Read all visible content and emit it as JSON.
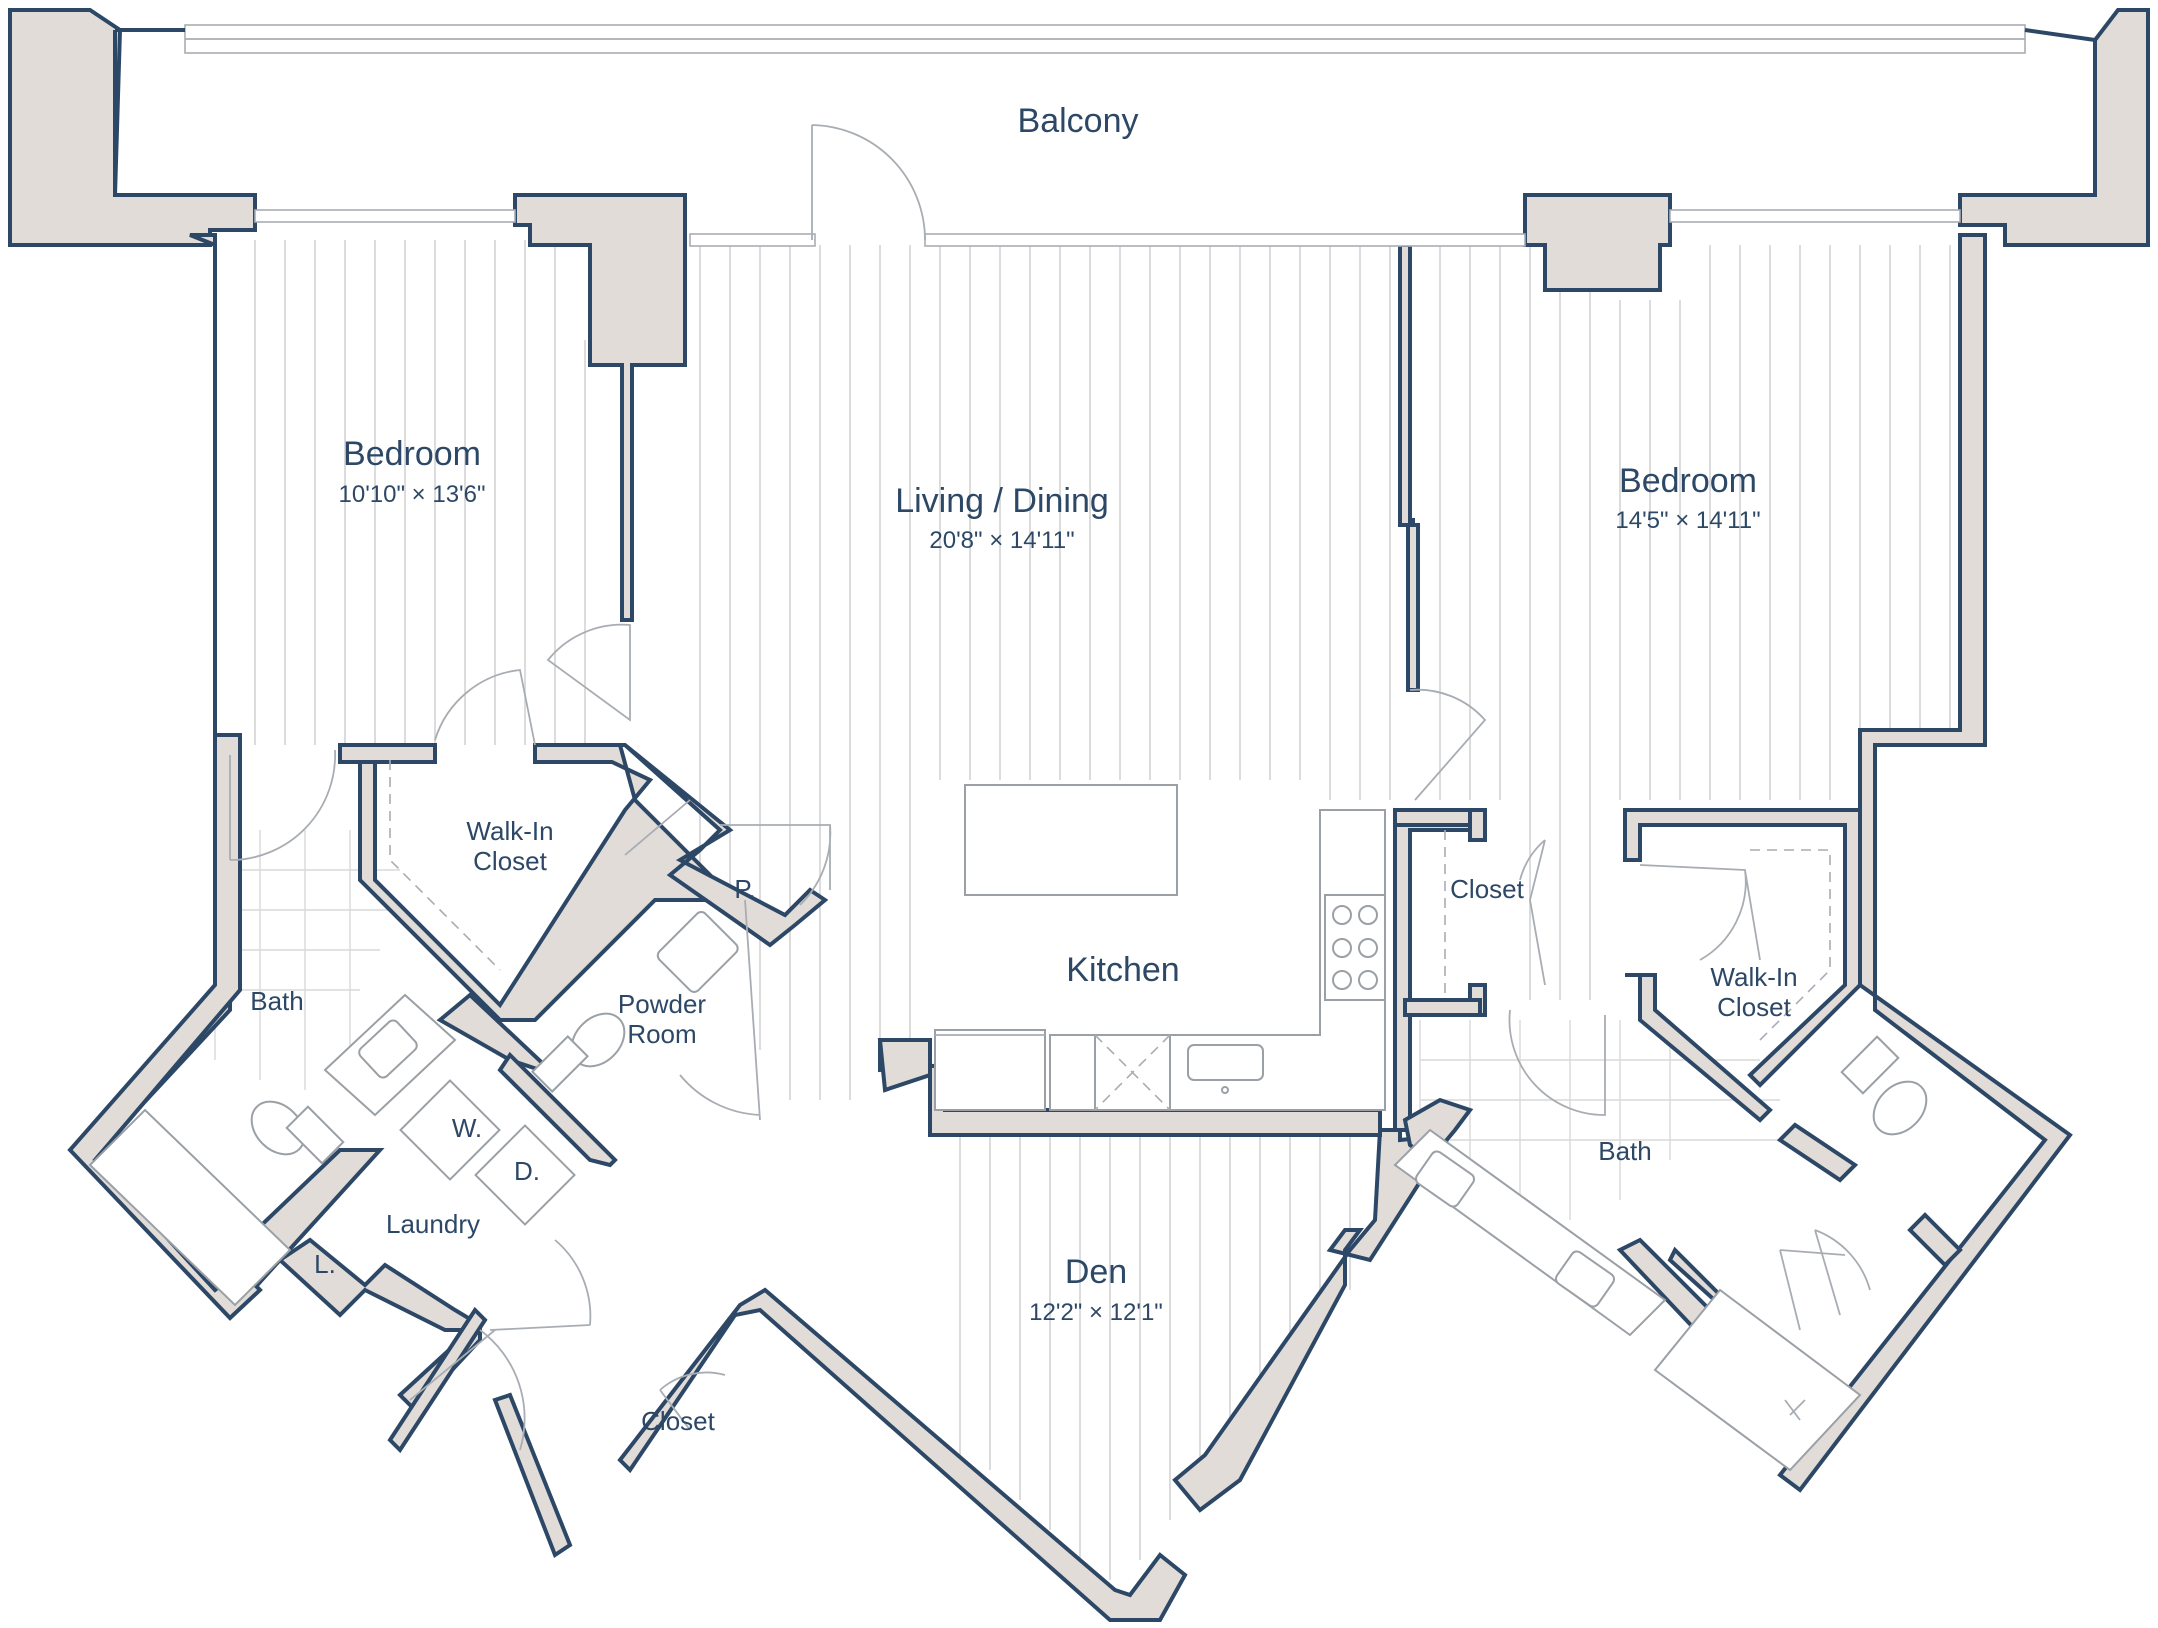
{
  "colors": {
    "wall_fill": "#e2dcd8",
    "wall_outline": "#2c4866",
    "label": "#2c4866",
    "floor_line": "#d4d4d4",
    "background": "#ffffff"
  },
  "rooms": {
    "balcony": {
      "name": "Balcony"
    },
    "bedroom_left": {
      "name": "Bedroom",
      "dims": "10'10\" × 13'6\""
    },
    "living": {
      "name": "Living / Dining",
      "dims": "20'8\" × 14'11\""
    },
    "bedroom_right": {
      "name": "Bedroom",
      "dims": "14'5\" × 14'11\""
    },
    "walkin_left": {
      "line1": "Walk-In",
      "line2": "Closet"
    },
    "pantry": {
      "name": "P."
    },
    "powder": {
      "line1": "Powder",
      "line2": "Room"
    },
    "kitchen": {
      "name": "Kitchen"
    },
    "closet_right": {
      "name": "Closet"
    },
    "walkin_right": {
      "line1": "Walk-In",
      "line2": "Closet"
    },
    "bath_left": {
      "name": "Bath"
    },
    "washer": {
      "name": "W."
    },
    "dryer": {
      "name": "D."
    },
    "laundry": {
      "name": "Laundry"
    },
    "linen": {
      "name": "L."
    },
    "den": {
      "name": "Den",
      "dims": "12'2\" × 12'1\""
    },
    "closet_bottom": {
      "name": "Closet"
    },
    "bath_right": {
      "name": "Bath"
    }
  },
  "icons": [
    "sink-icon",
    "toilet-icon",
    "bathtub-icon",
    "shower-icon",
    "range-icon",
    "kitchen-island-icon",
    "door-swing-icon"
  ]
}
